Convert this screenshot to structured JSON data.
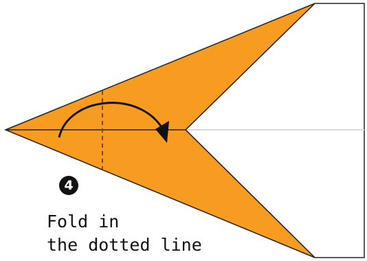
{
  "step": {
    "number": "4"
  },
  "instruction": {
    "line1": "Fold in",
    "line2": "the dotted line"
  },
  "colors": {
    "paper_front": "#f89b21",
    "paper_back": "#ffffff",
    "outline": "#222222",
    "fold_guide": "#d9d9d9",
    "dotted_line": "#7a4a10"
  },
  "icons": [
    "fold-arrow-icon",
    "dotted-fold-line"
  ]
}
